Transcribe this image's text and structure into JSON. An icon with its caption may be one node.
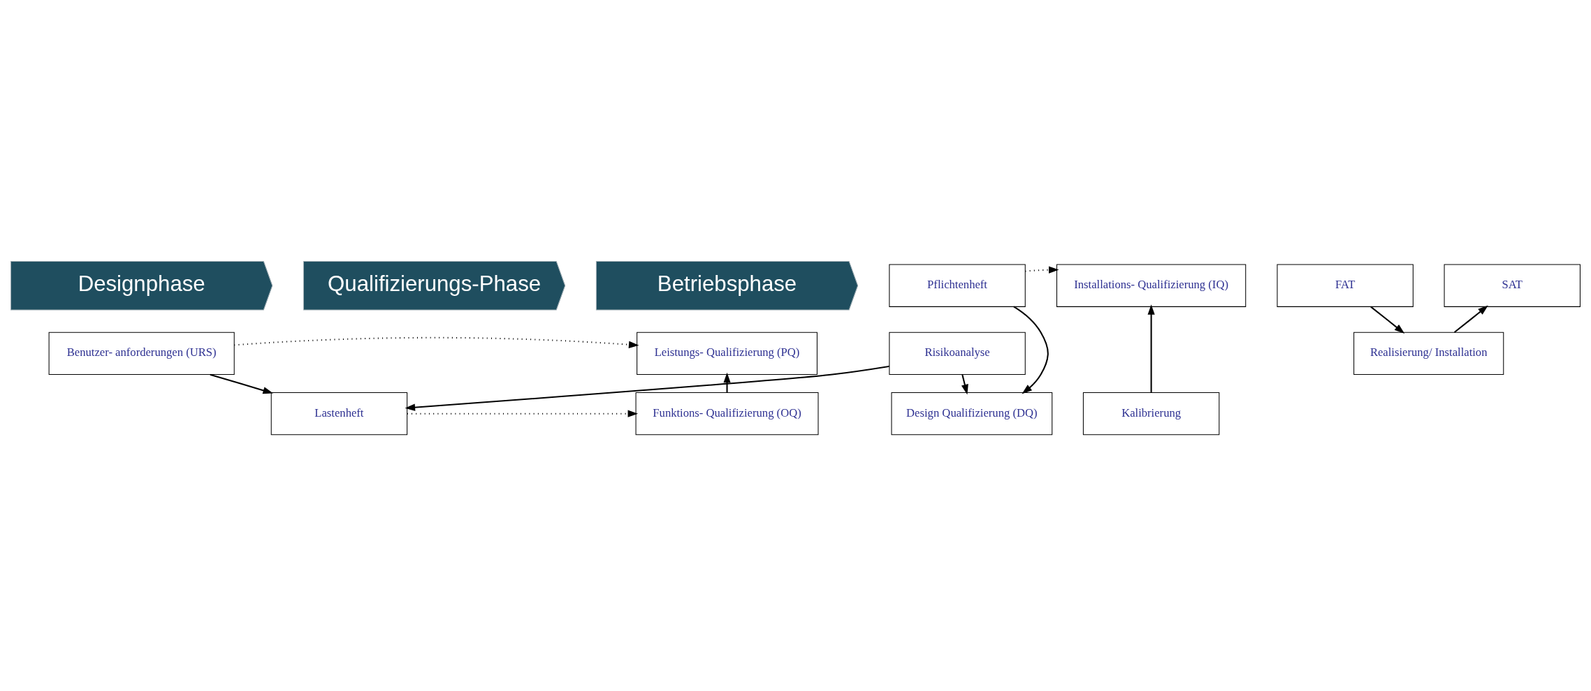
{
  "diagram": {
    "nodes": [
      {
        "text": [
          "Designphase"
        ]
      },
      {
        "text": [
          "Qualifizierungs-Phase"
        ]
      },
      {
        "text": [
          "Betriebsphase"
        ]
      },
      {
        "text": [
          "Benutzer- anforderungen (URS)"
        ]
      },
      {
        "text": [
          "Lastenheft"
        ]
      },
      {
        "text": [
          "Pflichtenheft"
        ]
      },
      {
        "text": [
          "Risikoanalyse"
        ]
      },
      {
        "text": [
          "Design Qualifizierung (DQ)"
        ]
      },
      {
        "text": [
          "FAT"
        ]
      },
      {
        "text": [
          "Realisierung/ Installation"
        ]
      },
      {
        "text": [
          "Kalibrierung"
        ]
      },
      {
        "text": [
          "SAT"
        ]
      },
      {
        "text": [
          "Funktions- Qualifizierung (OQ)"
        ]
      },
      {
        "text": [
          "Installations- Qualifizierung (IQ)"
        ]
      },
      {
        "text": [
          "Leistungs- Qualifizierung (PQ)"
        ]
      }
    ],
    "edges": [
      {
        "from": 3,
        "to": 4,
        "arrow": "to"
      },
      {
        "from": 6,
        "to": 4,
        "arrow": "to"
      },
      {
        "from": 5,
        "to": 7,
        "arrow": "to"
      },
      {
        "from": 6,
        "to": 7,
        "arrow": "to"
      },
      {
        "from": 8,
        "to": 9,
        "arrow": "to"
      },
      {
        "from": 9,
        "to": 11,
        "arrow": "to"
      },
      {
        "from": 10,
        "to": 13,
        "arrow": "to"
      },
      {
        "from": 12,
        "to": 14,
        "arrow": "to"
      },
      {
        "from": 3,
        "to": 14,
        "arrow": "to",
        "style": "dashed"
      },
      {
        "from": 4,
        "to": 12,
        "arrow": "to",
        "style": "dashed"
      },
      {
        "from": 5,
        "to": 13,
        "arrow": "to",
        "style": "dashed"
      }
    ]
  }
}
